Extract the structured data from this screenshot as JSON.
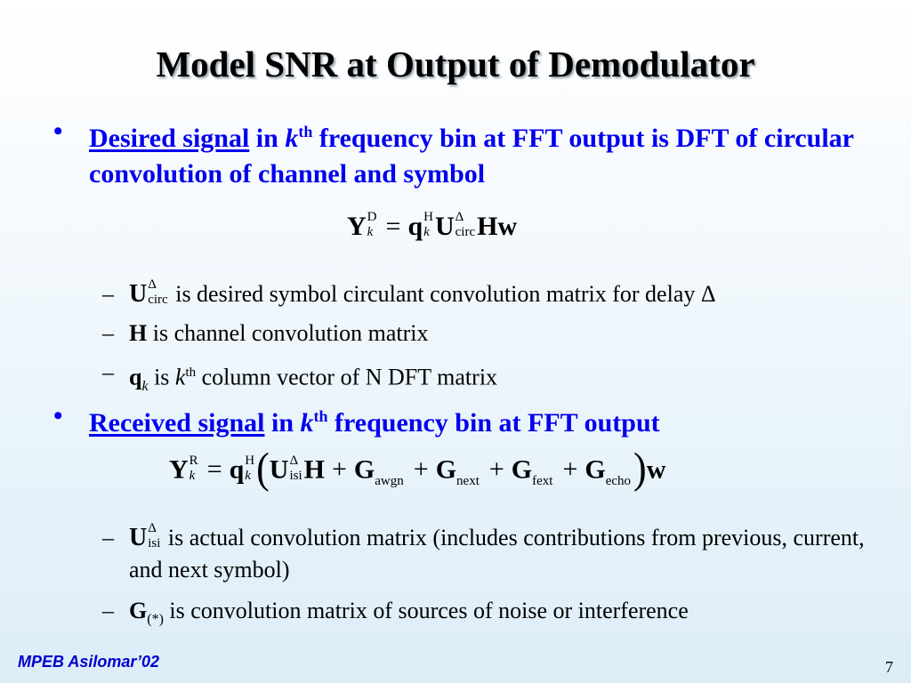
{
  "slide": {
    "title": "Model SNR at Output of Demodulator",
    "footer_left": "MPEB Asilomar’02",
    "page_number": "7"
  },
  "bullet1": {
    "mark": "•",
    "link": "Desired signal",
    "in": " in ",
    "k": "k",
    "th": "th",
    "rest": " frequency bin at FFT output is DFT of circular convolution of channel and symbol"
  },
  "eq1": {
    "Y": "Y",
    "sup_D": "D",
    "sub_k": "k",
    "eq": "=",
    "q": "q",
    "sup_H": "H",
    "sub_k2": "k",
    "U": "U",
    "sup_delta": "Δ",
    "sub_circ": "circ",
    "Hw": "Hw"
  },
  "sub1": [
    {
      "dash": "–",
      "sym": "U",
      "sup": "Δ",
      "sub": "circ",
      "text": " is desired symbol circulant convolution matrix for delay Δ"
    },
    {
      "dash": "–",
      "sym": "H",
      "text": " is channel convolution matrix"
    },
    {
      "dash": "–",
      "sym": "q",
      "sub": "k",
      "text_is": " is ",
      "k": "k",
      "th": "th",
      "text": " column vector of N DFT matrix"
    }
  ],
  "bullet2": {
    "mark": "•",
    "link": "Received signal",
    "in": " in ",
    "k": "k",
    "th": "th",
    "rest": " frequency bin at FFT output"
  },
  "eq2": {
    "Y": "Y",
    "sup_R": "R",
    "sub_k": "k",
    "eq": "=",
    "q": "q",
    "sup_H": "H",
    "sub_k2": "k",
    "lparen": "(",
    "U": "U",
    "sup_delta": "Δ",
    "sub_isi": "isi",
    "H": "H",
    "plus": "+",
    "G": "G",
    "sub_awgn": "awgn",
    "sub_next": "next",
    "sub_fext": "fext",
    "sub_echo": "echo",
    "rparen": ")",
    "w": "w"
  },
  "sub2": [
    {
      "dash": "–",
      "sym": "U",
      "sup": "Δ",
      "sub": "isi",
      "text": " is actual convolution matrix (includes contributions from previous, current, and next symbol)"
    },
    {
      "dash": "–",
      "sym": "G",
      "sub": "(*)",
      "text": " is convolution matrix of sources of noise or interference"
    }
  ]
}
